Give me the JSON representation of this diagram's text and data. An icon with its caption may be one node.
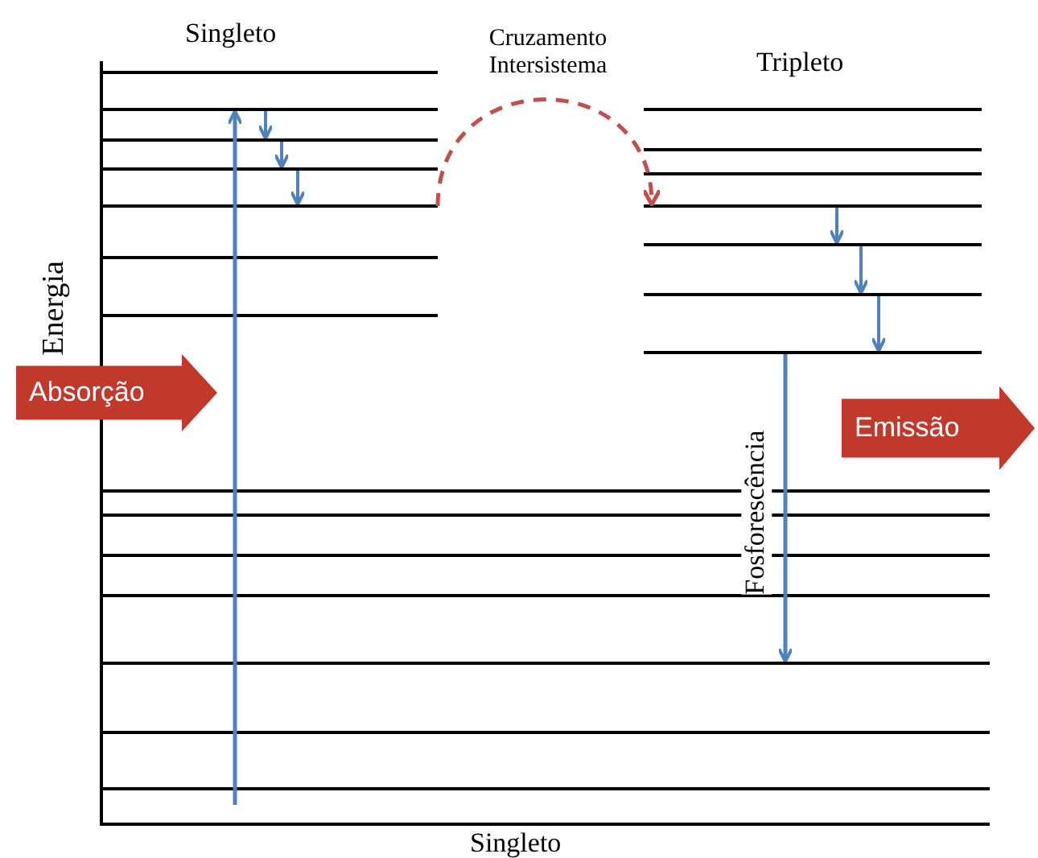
{
  "diagram": {
    "nodes": [
      {
        "text": [
          "Absorção"
        ]
      },
      {
        "text": [
          "Emissão"
        ]
      }
    ],
    "labels": [
      "Singleto",
      "Cruzamento Intersistema",
      "Tripleto",
      "Energia",
      "Fosforescência",
      "Singleto"
    ]
  }
}
